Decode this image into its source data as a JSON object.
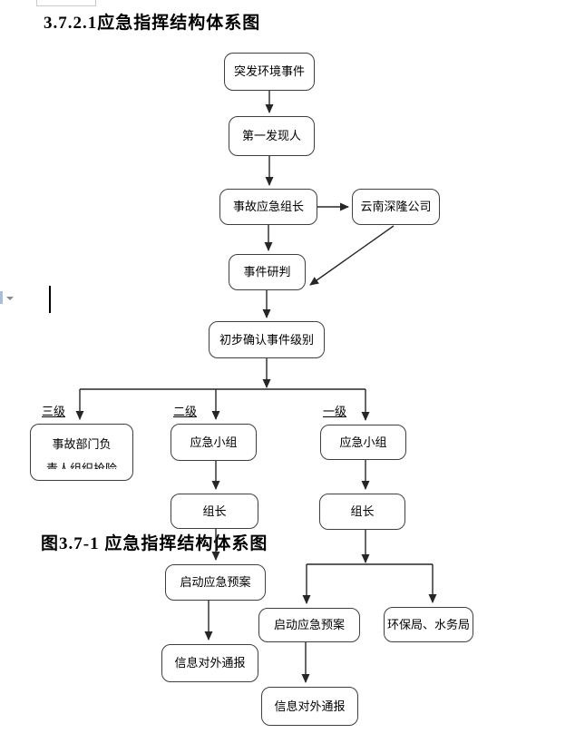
{
  "document": {
    "heading": "3.7.2.1应急指挥结构体系图",
    "figure_caption": "图3.7-1 应急指挥结构体系图"
  },
  "flowchart": {
    "nodes": [
      {
        "id": "start",
        "label": "突发环境事件"
      },
      {
        "id": "first-discoverer",
        "label": "第一发现人"
      },
      {
        "id": "emergency-leader",
        "label": "事故应急组长"
      },
      {
        "id": "company",
        "label": "云南深隆公司"
      },
      {
        "id": "incident-assessment",
        "label": "事件研判"
      },
      {
        "id": "confirm-level",
        "label": "初步确认事件级别"
      },
      {
        "id": "dept-head",
        "label": "事故部门负",
        "label2": "责人组织抢险"
      },
      {
        "id": "team-level2",
        "label": "应急小组"
      },
      {
        "id": "team-level1",
        "label": "应急小组"
      },
      {
        "id": "leader-level2",
        "label": "组长"
      },
      {
        "id": "leader-level1",
        "label": "组长"
      },
      {
        "id": "activate-plan-level2",
        "label": "启动应急预案"
      },
      {
        "id": "report-level2",
        "label": "信息对外通报"
      },
      {
        "id": "activate-plan-level1",
        "label": "启动应急预案"
      },
      {
        "id": "bureaus",
        "label": "环保局、水务局"
      },
      {
        "id": "report-level1",
        "label": "信息对外通报"
      }
    ],
    "branch_labels": [
      {
        "id": "level3",
        "label": "三级"
      },
      {
        "id": "level2",
        "label": "二级"
      },
      {
        "id": "level1",
        "label": "一级"
      }
    ],
    "edges": [
      {
        "from": "start",
        "to": "first-discoverer"
      },
      {
        "from": "first-discoverer",
        "to": "emergency-leader"
      },
      {
        "from": "emergency-leader",
        "to": "company"
      },
      {
        "from": "emergency-leader",
        "to": "incident-assessment"
      },
      {
        "from": "company",
        "to": "incident-assessment"
      },
      {
        "from": "incident-assessment",
        "to": "confirm-level"
      },
      {
        "from": "confirm-level",
        "to": "dept-head",
        "branch": "三级"
      },
      {
        "from": "confirm-level",
        "to": "team-level2",
        "branch": "二级"
      },
      {
        "from": "confirm-level",
        "to": "team-level1",
        "branch": "一级"
      },
      {
        "from": "team-level2",
        "to": "leader-level2"
      },
      {
        "from": "team-level1",
        "to": "leader-level1"
      },
      {
        "from": "leader-level2",
        "to": "activate-plan-level2"
      },
      {
        "from": "activate-plan-level2",
        "to": "report-level2"
      },
      {
        "from": "leader-level1",
        "to": "activate-plan-level1"
      },
      {
        "from": "leader-level1",
        "to": "bureaus"
      },
      {
        "from": "activate-plan-level1",
        "to": "report-level1"
      }
    ]
  },
  "colors": {
    "page_bg": "#ffffff",
    "box_border": "#3f3f3f",
    "connector": "#262626",
    "text": "#000000"
  }
}
